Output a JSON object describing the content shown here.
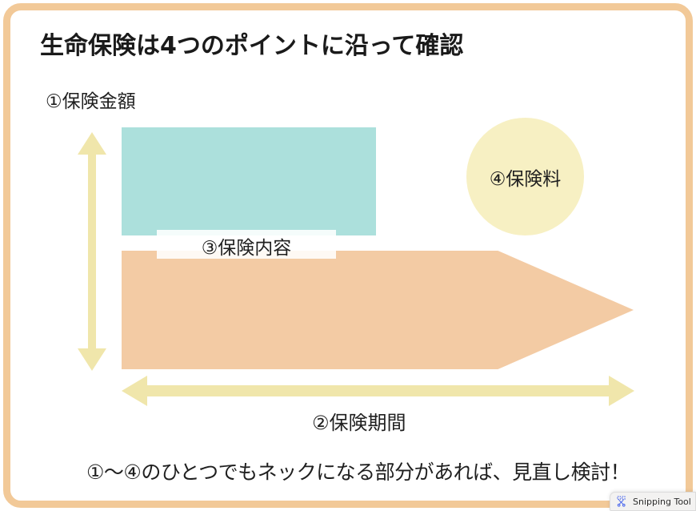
{
  "slide": {
    "title": "生命保険は4つのポイントに沿って確認",
    "frame_color": "#f2c998",
    "background": "#ffffff"
  },
  "labels": {
    "amount": "①保険金額",
    "period": "②保険期間",
    "content": "③保険内容",
    "premium": "④保険料",
    "footer": "①～④のひとつでもネックになる部分があれば、見直し検討！"
  },
  "shapes": {
    "coverage_bar": {
      "name": "teal-coverage-bar",
      "color": "#ace0dc"
    },
    "period_arrow": {
      "name": "orange-period-arrow",
      "color": "#f3cba4"
    },
    "premium_circle": {
      "name": "premium-circle",
      "color": "#f7f0c3"
    },
    "vertical_arrow": {
      "name": "vertical-double-arrow",
      "color": "#f0e6ab"
    },
    "horizontal_arrow": {
      "name": "horizontal-double-arrow",
      "color": "#f0e6ab"
    },
    "content_plate": {
      "name": "content-label-plate",
      "color": "#ffffff"
    }
  },
  "overlay": {
    "snipping_tool": {
      "label": "Snipping Tool",
      "icon": "snip-scissors-icon",
      "icon_color": "#4f6bed"
    }
  }
}
